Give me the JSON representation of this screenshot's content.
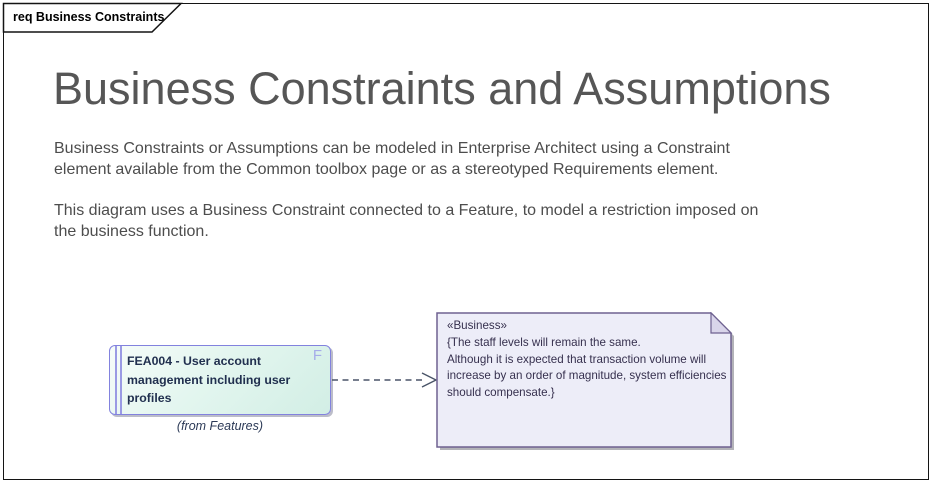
{
  "frame": {
    "tab_label": "req Business Constraints"
  },
  "heading": {
    "title": "Business Constraints and Assumptions",
    "paragraph1": "Business Constraints or Assumptions can be modeled in Enterprise Architect using a Constraint element available from the Common toolbox page or as a stereotyped Requirements element.",
    "paragraph2": "This diagram uses a Business Constraint connected to a Feature, to model a restriction imposed on the business function."
  },
  "feature": {
    "name": "FEA004 - User account management including user profiles",
    "type_letter": "F",
    "origin": "(from Features)"
  },
  "constraint_note": {
    "stereotype": "«Business»",
    "line1": "{The staff levels will remain the same.",
    "line2": "Although it is expected that transaction volume will increase by an order of magnitude, system efficiencies should compensate.}"
  },
  "colors": {
    "title_gray": "#565656",
    "body_gray": "#4d4d4d",
    "feature_border": "#8282de",
    "feature_fill_top": "#f6fcf9",
    "feature_fill_bottom": "#d2eee5",
    "feature_letter": "#a6ace9",
    "note_fill": "#ededf8",
    "note_border": "#6e6190",
    "note_fold": "#d9d5ea",
    "connector": "#4a5468",
    "frame_border": "#141414"
  }
}
